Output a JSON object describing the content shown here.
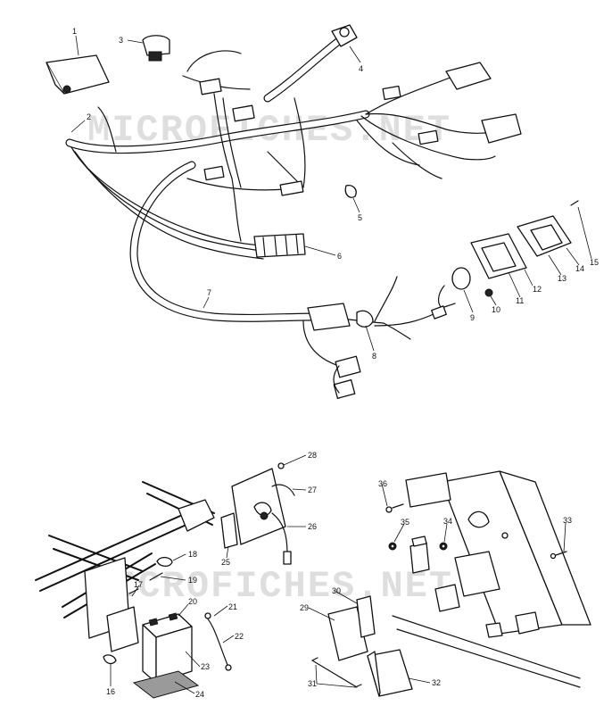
{
  "watermarks": {
    "top": "MICROFICHES.NET",
    "bottom": "MICROFICHES.NET"
  },
  "callouts": [
    {
      "id": "c1",
      "label": "1"
    },
    {
      "id": "c2",
      "label": "2"
    },
    {
      "id": "c3",
      "label": "3"
    },
    {
      "id": "c4",
      "label": "4"
    },
    {
      "id": "c5",
      "label": "5"
    },
    {
      "id": "c6",
      "label": "6"
    },
    {
      "id": "c7",
      "label": "7"
    },
    {
      "id": "c8",
      "label": "8"
    },
    {
      "id": "c9",
      "label": "9"
    },
    {
      "id": "c10",
      "label": "10"
    },
    {
      "id": "c11",
      "label": "11"
    },
    {
      "id": "c12",
      "label": "12"
    },
    {
      "id": "c13",
      "label": "13"
    },
    {
      "id": "c14",
      "label": "14"
    },
    {
      "id": "c15",
      "label": "15"
    },
    {
      "id": "c16",
      "label": "16"
    },
    {
      "id": "c17",
      "label": "17"
    },
    {
      "id": "c18",
      "label": "18"
    },
    {
      "id": "c19",
      "label": "19"
    },
    {
      "id": "c20",
      "label": "20"
    },
    {
      "id": "c21",
      "label": "21"
    },
    {
      "id": "c22",
      "label": "22"
    },
    {
      "id": "c23",
      "label": "23"
    },
    {
      "id": "c24",
      "label": "24"
    },
    {
      "id": "c25",
      "label": "25"
    },
    {
      "id": "c26",
      "label": "26"
    },
    {
      "id": "c27",
      "label": "27"
    },
    {
      "id": "c28",
      "label": "28"
    },
    {
      "id": "c29",
      "label": "29"
    },
    {
      "id": "c30",
      "label": "30"
    },
    {
      "id": "c31",
      "label": "31"
    },
    {
      "id": "c32",
      "label": "32"
    },
    {
      "id": "c33",
      "label": "33"
    },
    {
      "id": "c34",
      "label": "34"
    },
    {
      "id": "c35",
      "label": "35"
    },
    {
      "id": "c36",
      "label": "36"
    }
  ]
}
